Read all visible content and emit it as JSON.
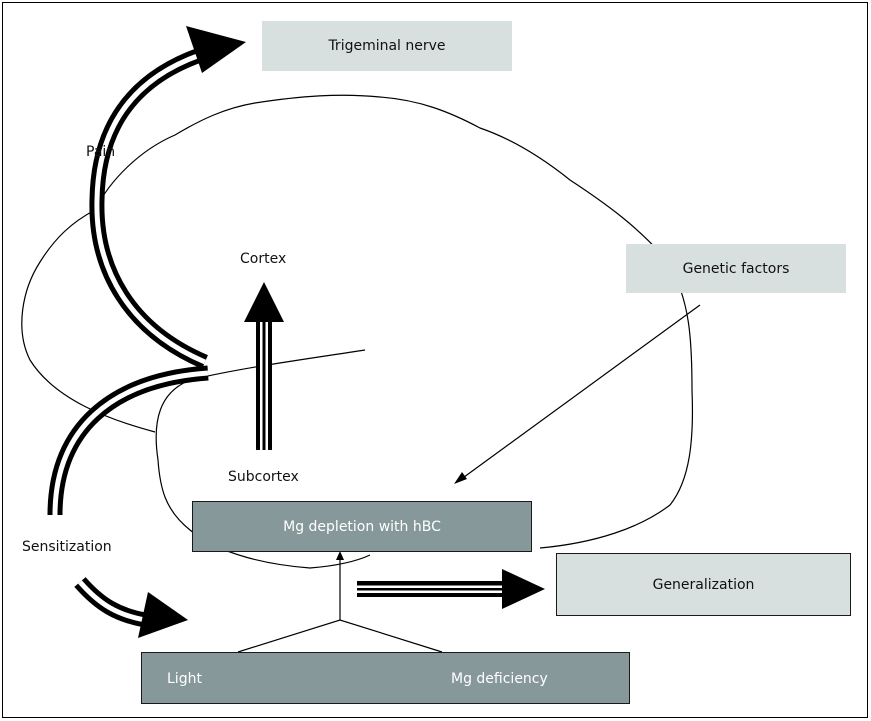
{
  "boxes": {
    "trigeminal_nerve": "Trigeminal nerve",
    "genetic_factors": "Genetic factors",
    "mg_depletion": "Mg depletion with hBC",
    "generalization": "Generalization",
    "light": "Light",
    "mg_deficiency": "Mg deficiency"
  },
  "labels": {
    "pain": "Pain",
    "cortex": "Cortex",
    "subcortex": "Subcortex",
    "sensitization": "Sensitization"
  },
  "colors": {
    "light_box": "#d8dfdf",
    "dark_box": "#87989a",
    "arrow": "#000000"
  }
}
